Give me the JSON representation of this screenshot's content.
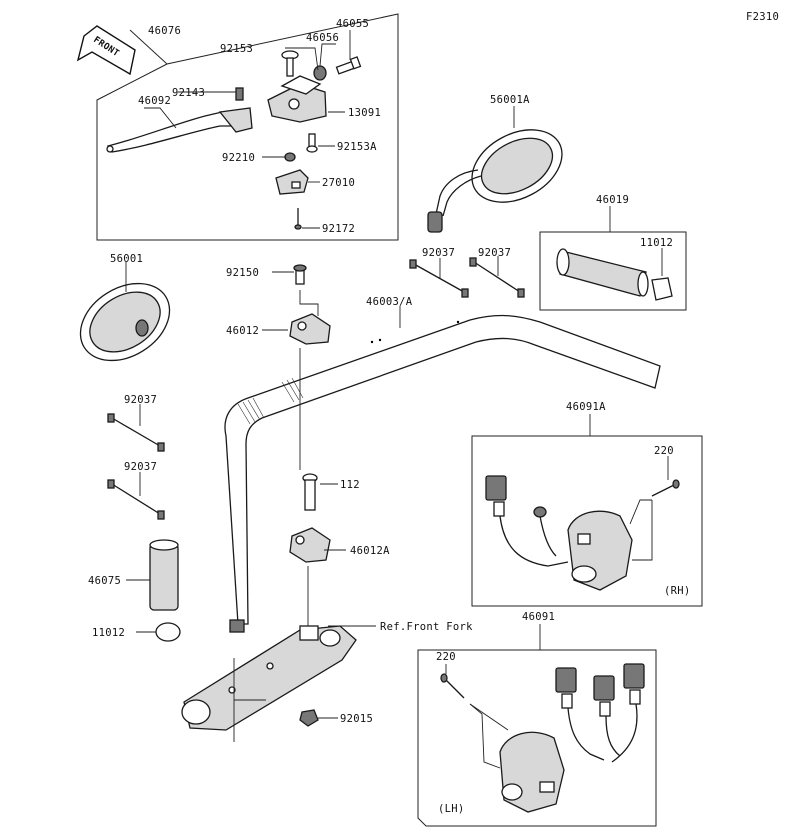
{
  "diagram": {
    "code": "F2310",
    "front_badge": "FRONT",
    "labels": {
      "l46076": "46076",
      "l46055": "46055",
      "l92153": "92153",
      "l46056": "46056",
      "l92143": "92143",
      "l46092": "46092",
      "l13091": "13091",
      "l92210": "92210",
      "l92153A": "92153A",
      "l27010": "27010",
      "l92172": "92172",
      "l56001A": "56001A",
      "l46019": "46019",
      "l11012a": "11012",
      "l56001": "56001",
      "l92150": "92150",
      "l92037a": "92037",
      "l92037b": "92037",
      "l46003A": "46003/A",
      "l46012": "46012",
      "l92037c": "92037",
      "l92037d": "92037",
      "l46091A": "46091A",
      "l220a": "220",
      "l112": "112",
      "l46012A": "46012A",
      "lRH": "(RH)",
      "l46075": "46075",
      "l11012b": "11012",
      "lRefFork": "Ref.Front Fork",
      "l46091": "46091",
      "l220b": "220",
      "l92015": "92015",
      "lLH": "(LH)"
    }
  }
}
